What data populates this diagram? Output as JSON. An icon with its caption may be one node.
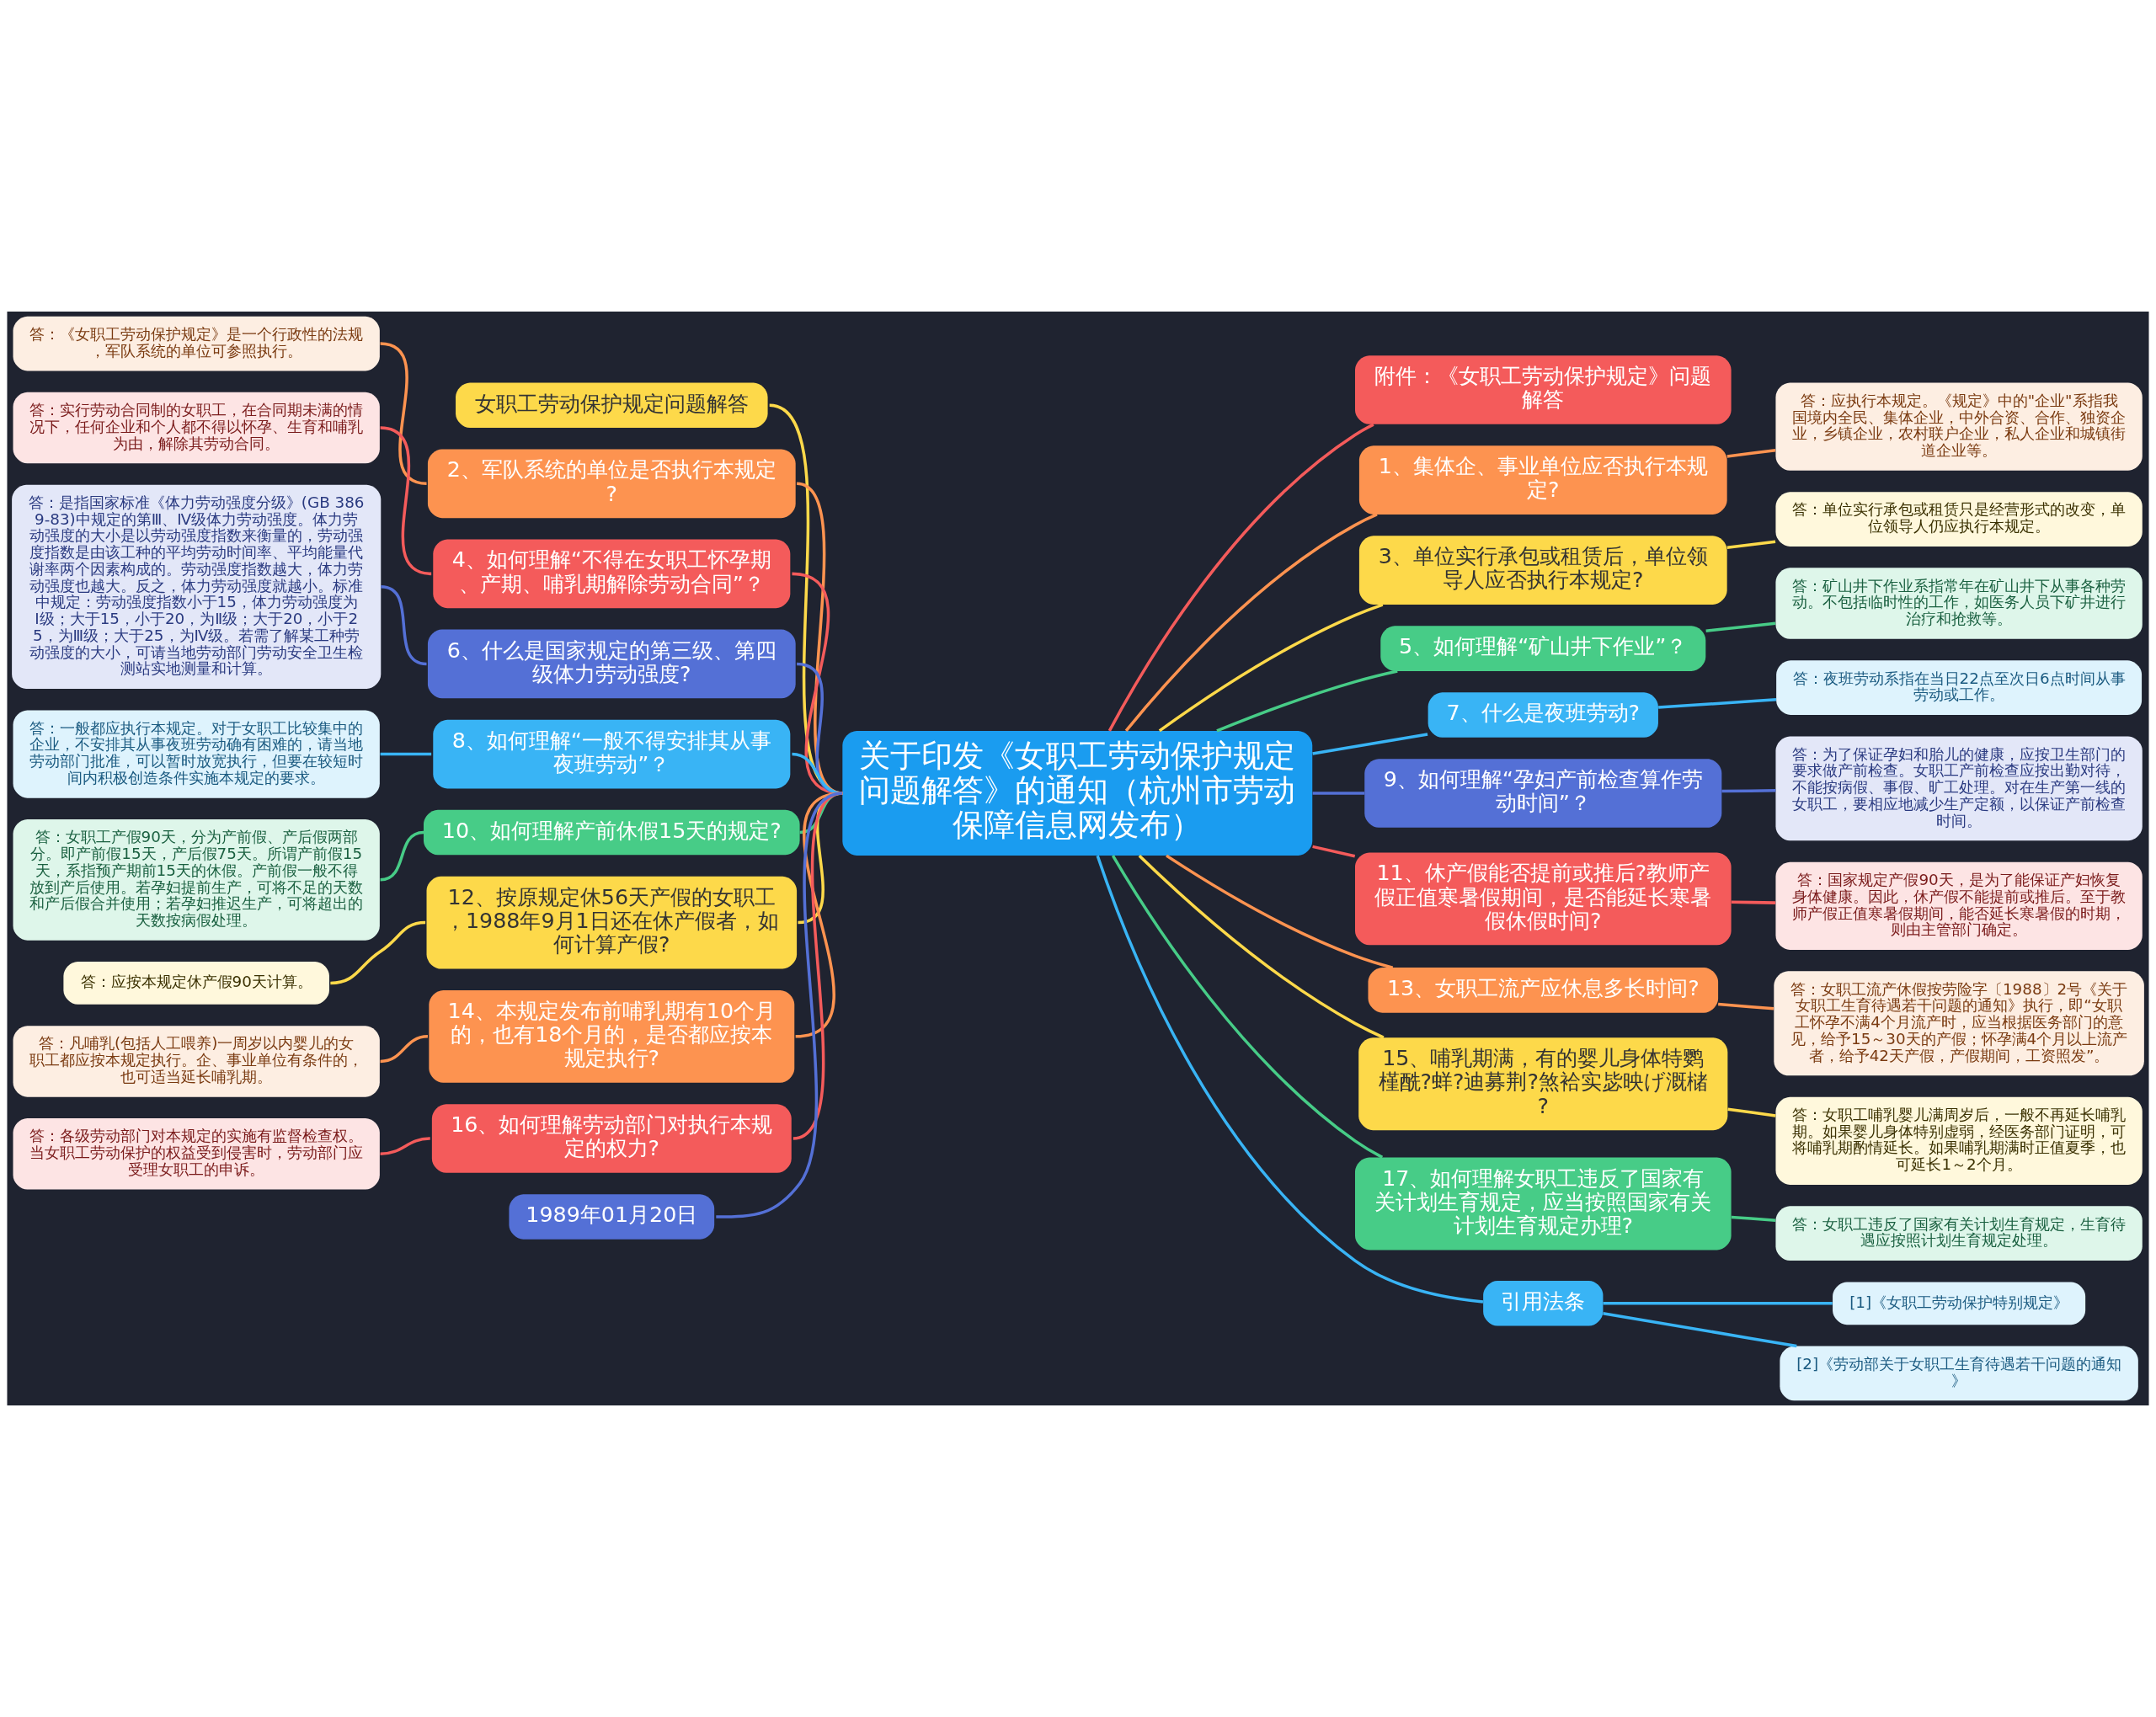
{
  "diagram": {
    "nodes": [
      {
        "text": [
          "关于印发《女职工劳动保护规定问题解答》的通知（杭州市劳动保障信息网发布）"
        ]
      },
      {
        "text": [
          "女职工劳动保护规定问题解答"
        ]
      },
      {
        "text": [
          "2、军队系统的单位是否执行本规定?"
        ]
      },
      {
        "text": [
          "答：《女职工劳动保护规定》是一个行政性的法规，军队系统的单位可参照执行。"
        ]
      },
      {
        "text": [
          "4、如何理解“不得在女职工怀孕期、产期、哺乳期解除劳动合同”？"
        ]
      },
      {
        "text": [
          "答：实行劳动合同制的女职工，在合同期未满的情况下，任何企业和个人都不得以怀孕、生育和哺乳为由，解除其劳动合同。"
        ]
      },
      {
        "text": [
          "6、什么是国家规定的第三级、第四级体力劳动强度?"
        ]
      },
      {
        "text": [
          "答：是指国家标准《体力劳动强度分级》(GB 3869-83)中规定的第Ⅲ、Ⅳ级体力劳动强度。体力劳动强度的大小是以劳动强度指数来衡量的，劳动强度指数是由该工种的平均劳动时间率、平均能量代谢率两个因素构成的。劳动强度指数越大，体力劳动强度也越大。反之，体力劳动强度就越小。标准中规定：劳动强度指数小于15，体力劳动强度为Ⅰ级；大于15，小于20，为Ⅱ级；大于20，小于25，为Ⅲ级；大于25，为Ⅳ级。若需了解某工种劳动强度的大小，可请当地劳动部门劳动安全卫生检测站实地测量和计算。"
        ]
      },
      {
        "text": [
          "8、如何理解“一般不得安排其从事夜班劳动”？"
        ]
      },
      {
        "text": [
          "答：一般都应执行本规定。对于女职工比较集中的企业，不安排其从事夜班劳动确有困难的，请当地劳动部门批准，可以暂时放宽执行，但要在较短时间内积极创造条件实施本规定的要求。"
        ]
      },
      {
        "text": [
          "10、如何理解产前休假15天的规定?"
        ]
      },
      {
        "text": [
          "答：女职工产假90天，分为产前假、产后假两部分。即产前假15天，产后假75天。所谓产前假15天，系指预产期前15天的休假。产前假一般不得放到产后使用。若孕妇提前生产，可将不足的天数和产后假合并使用；若孕妇推迟生产，可将超出的天数按病假处理。"
        ]
      },
      {
        "text": [
          "12、按原规定休56天产假的女职工，1988年9月1日还在休产假者，如何计算产假?"
        ]
      },
      {
        "text": [
          "答：应按本规定休产假90天计算。"
        ]
      },
      {
        "text": [
          "14、本规定发布前哺乳期有10个月的，也有18个月的，是否都应按本规定执行?"
        ]
      },
      {
        "text": [
          "答：凡哺乳(包括人工喂养)一周岁以内婴儿的女职工都应按本规定执行。企、事业单位有条件的，也可适当延长哺乳期。"
        ]
      },
      {
        "text": [
          "16、如何理解劳动部门对执行本规定的权力?"
        ]
      },
      {
        "text": [
          "答：各级劳动部门对本规定的实施有监督检查权。当女职工劳动保护的权益受到侵害时，劳动部门应受理女职工的申诉。"
        ]
      },
      {
        "text": [
          "1989年01月20日"
        ]
      },
      {
        "text": [
          "附件：《女职工劳动保护规定》问题解答"
        ]
      },
      {
        "text": [
          "1、集体企、事业单位应否执行本规定?"
        ]
      },
      {
        "text": [
          "答：应执行本规定。《规定》中的\"企业\"系指我国境内全民、集体企业，中外合资、合作、独资企业，乡镇企业，农村联户企业，私人企业和城镇街道企业等。"
        ]
      },
      {
        "text": [
          "3、单位实行承包或租赁后，单位领导人应否执行本规定?"
        ]
      },
      {
        "text": [
          "答：单位实行承包或租赁只是经营形式的改变，单位领导人仍应执行本规定。"
        ]
      },
      {
        "text": [
          "5、如何理解“矿山井下作业”？"
        ]
      },
      {
        "text": [
          "答：矿山井下作业系指常年在矿山井下从事各种劳动。不包括临时性的工作，如医务人员下矿井进行治疗和抢救等。"
        ]
      },
      {
        "text": [
          "7、什么是夜班劳动?"
        ]
      },
      {
        "text": [
          "答：夜班劳动系指在当日22点至次日6点时间从事劳动或工作。"
        ]
      },
      {
        "text": [
          "9、如何理解“孕妇产前检查算作劳动时间”？"
        ]
      },
      {
        "text": [
          "答：为了保证孕妇和胎儿的健康，应按卫生部门的要求做产前检查。女职工产前检查应按出勤对待，不能按病假、事假、旷工处理。对在生产第一线的女职工，要相应地减少生产定额，以保证产前检查时间。"
        ]
      },
      {
        "text": [
          "11、休产假能否提前或推后?教师产假正值寒暑假期间，是否能延长寒暑假休假时间?"
        ]
      },
      {
        "text": [
          "答：国家规定产假90天，是为了能保证产妇恢复身体健康。因此，休产假不能提前或推后。至于教师产假正值寒暑假期间，能否延长寒暑假的时期，则由主管部门确定。"
        ]
      },
      {
        "text": [
          "13、女职工流产应休息多长时间?"
        ]
      },
      {
        "text": [
          "答：女职工流产休假按劳险字〔1988〕2号《关于女职工生育待遇若干问题的通知》执行，即“女职工怀孕不满4个月流产时，应当根据医务部门的意见，给予15～30天的产假；怀孕满4个月以上流产者，给予42天产假，产假期间，工资照发”。"
        ]
      },
      {
        "text": [
          "15、哺乳期满，有的婴儿身体特鹦槿酰?蛘?迪募荆?煞袷实毖映げ溉槠?"
        ]
      },
      {
        "text": [
          "答：女职工哺乳婴儿满周岁后，一般不再延长哺乳期。如果婴儿身体特别虚弱，经医务部门证明，可将哺乳期酌情延长。如果哺乳期满时正值夏季，也可延长1～2个月。"
        ]
      },
      {
        "text": [
          "17、如何理解女职工违反了国家有关计划生育规定，应当按照国家有关计划生育规定办理?"
        ]
      },
      {
        "text": [
          "答：女职工违反了国家有关计划生育规定，生育待遇应按照计划生育规定处理。"
        ]
      },
      {
        "text": [
          "引用法条"
        ]
      },
      {
        "text": [
          "[1]《女职工劳动保护特别规定》"
        ]
      },
      {
        "text": [
          "[2]《劳动部关于女职工生育待遇若干问题的通知》"
        ]
      }
    ],
    "edges": [
      {
        "from": 0,
        "to": 1,
        "arrow": "none",
        "color": "#fdd94a"
      },
      {
        "from": 0,
        "to": 2,
        "arrow": "none",
        "color": "#fd9350"
      },
      {
        "from": 2,
        "to": 3,
        "arrow": "none",
        "color": "#fd9350"
      },
      {
        "from": 0,
        "to": 4,
        "arrow": "none",
        "color": "#f45b5b"
      },
      {
        "from": 4,
        "to": 5,
        "arrow": "none",
        "color": "#f45b5b"
      },
      {
        "from": 0,
        "to": 6,
        "arrow": "none",
        "color": "#5470d6"
      },
      {
        "from": 6,
        "to": 7,
        "arrow": "none",
        "color": "#5470d6"
      },
      {
        "from": 0,
        "to": 8,
        "arrow": "none",
        "color": "#39b4f5"
      },
      {
        "from": 8,
        "to": 9,
        "arrow": "none",
        "color": "#39b4f5"
      },
      {
        "from": 0,
        "to": 10,
        "arrow": "none",
        "color": "#47cc87"
      },
      {
        "from": 10,
        "to": 11,
        "arrow": "none",
        "color": "#47cc87"
      },
      {
        "from": 0,
        "to": 12,
        "arrow": "none",
        "color": "#fdd94a"
      },
      {
        "from": 12,
        "to": 13,
        "arrow": "none",
        "color": "#fdd94a"
      },
      {
        "from": 0,
        "to": 14,
        "arrow": "none",
        "color": "#fd9350"
      },
      {
        "from": 14,
        "to": 15,
        "arrow": "none",
        "color": "#fd9350"
      },
      {
        "from": 0,
        "to": 16,
        "arrow": "none",
        "color": "#f45b5b"
      },
      {
        "from": 16,
        "to": 17,
        "arrow": "none",
        "color": "#f45b5b"
      },
      {
        "from": 0,
        "to": 18,
        "arrow": "none",
        "color": "#5470d6"
      },
      {
        "from": 0,
        "to": 19,
        "arrow": "none",
        "color": "#f45b5b"
      },
      {
        "from": 0,
        "to": 20,
        "arrow": "none",
        "color": "#fd9350"
      },
      {
        "from": 20,
        "to": 21,
        "arrow": "none",
        "color": "#fd9350"
      },
      {
        "from": 0,
        "to": 22,
        "arrow": "none",
        "color": "#fdd94a"
      },
      {
        "from": 22,
        "to": 23,
        "arrow": "none",
        "color": "#fdd94a"
      },
      {
        "from": 0,
        "to": 24,
        "arrow": "none",
        "color": "#47cc87"
      },
      {
        "from": 24,
        "to": 25,
        "arrow": "none",
        "color": "#47cc87"
      },
      {
        "from": 0,
        "to": 26,
        "arrow": "none",
        "color": "#39b4f5"
      },
      {
        "from": 26,
        "to": 27,
        "arrow": "none",
        "color": "#39b4f5"
      },
      {
        "from": 0,
        "to": 28,
        "arrow": "none",
        "color": "#5470d6"
      },
      {
        "from": 28,
        "to": 29,
        "arrow": "none",
        "color": "#5470d6"
      },
      {
        "from": 0,
        "to": 30,
        "arrow": "none",
        "color": "#f45b5b"
      },
      {
        "from": 30,
        "to": 31,
        "arrow": "none",
        "color": "#f45b5b"
      },
      {
        "from": 0,
        "to": 32,
        "arrow": "none",
        "color": "#fd9350"
      },
      {
        "from": 32,
        "to": 33,
        "arrow": "none",
        "color": "#fd9350"
      },
      {
        "from": 0,
        "to": 34,
        "arrow": "none",
        "color": "#fdd94a"
      },
      {
        "from": 34,
        "to": 35,
        "arrow": "none",
        "color": "#fdd94a"
      },
      {
        "from": 0,
        "to": 36,
        "arrow": "none",
        "color": "#47cc87"
      },
      {
        "from": 36,
        "to": 37,
        "arrow": "none",
        "color": "#47cc87"
      },
      {
        "from": 0,
        "to": 38,
        "arrow": "none",
        "color": "#39b4f5"
      },
      {
        "from": 38,
        "to": 39,
        "arrow": "none",
        "color": "#39b4f5"
      },
      {
        "from": 38,
        "to": 40,
        "arrow": "none",
        "color": "#39b4f5"
      }
    ]
  }
}
